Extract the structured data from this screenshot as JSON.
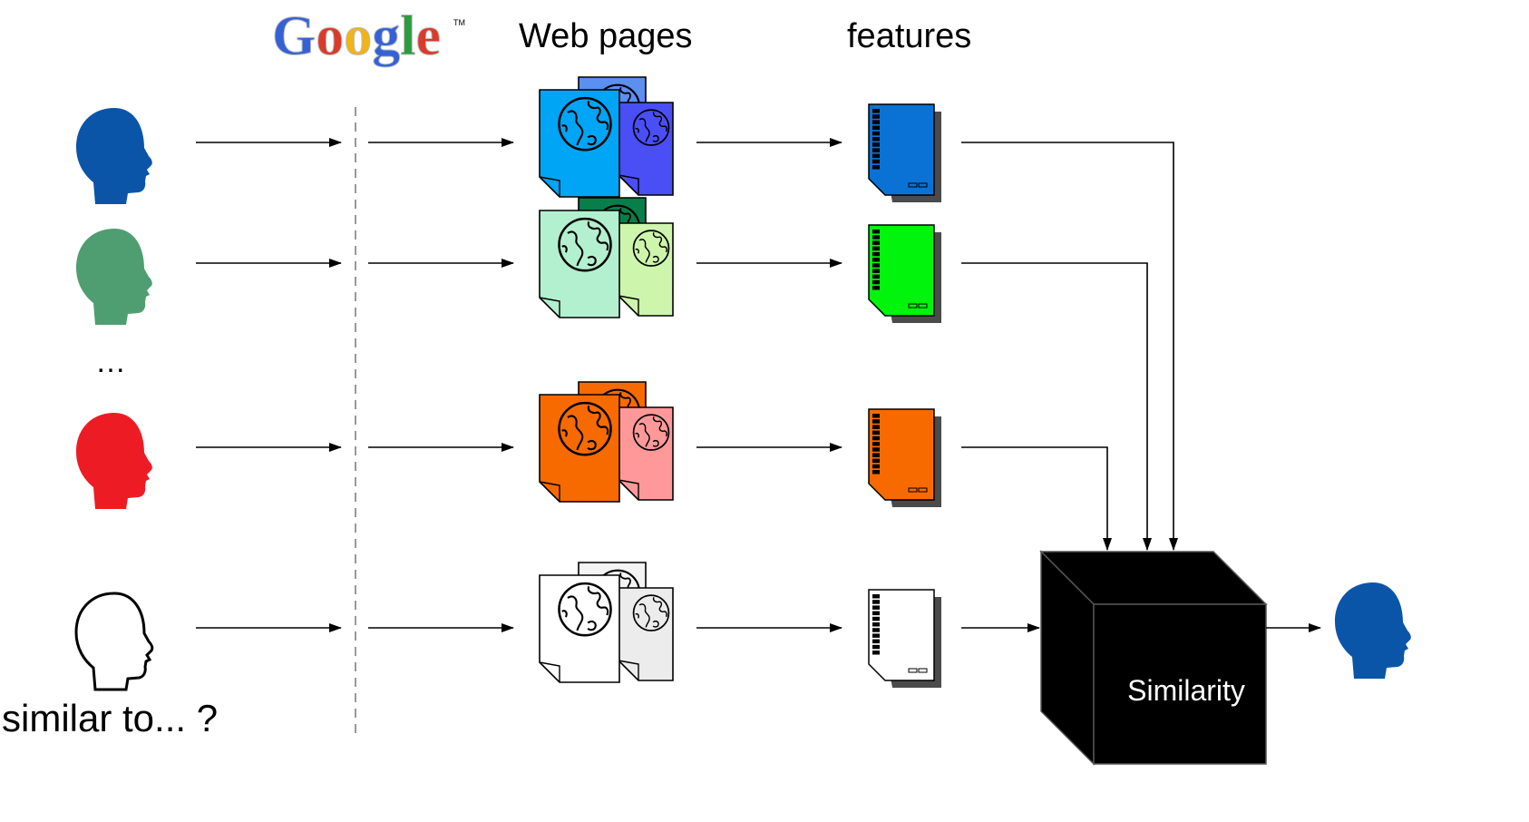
{
  "header": {
    "logo_letters": [
      "G",
      "o",
      "o",
      "g",
      "l",
      "e"
    ],
    "logo_tm": "TM",
    "logo_colors": [
      "#3462d6",
      "#d93b2b",
      "#f1b316",
      "#3462d6",
      "#2c9a3f",
      "#d93b2b"
    ],
    "web_pages_label": "Web pages",
    "features_label": "features"
  },
  "rows": [
    {
      "id": "row-1",
      "head_color": "#0b55a8",
      "head_stroke": "none",
      "page_front": "#00a5f5",
      "page_back": "#4a4ef5",
      "page_back2": "#5b8ff0",
      "feature_color": "#0a72d4"
    },
    {
      "id": "row-2",
      "head_color": "#4f9e72",
      "head_stroke": "none",
      "page_front": "#b3f0cf",
      "page_back": "#cdf5ac",
      "page_back2": "#087e4a",
      "feature_color": "#00f40c"
    },
    {
      "id": "row-3",
      "head_color": "#ed1c24",
      "head_stroke": "none",
      "page_front": "#f76a00",
      "page_back": "#ff9999",
      "page_back2": "#f76a00",
      "feature_color": "#f76a00"
    },
    {
      "id": "row-4",
      "head_color": "#ffffff",
      "head_stroke": "#000000",
      "page_front": "#ffffff",
      "page_back": "#ececec",
      "page_back2": "#f4f4f4",
      "feature_color": "#ffffff"
    }
  ],
  "ellipsis": "…",
  "query_label": "similar to... ?",
  "similarity_label": "Similarity",
  "result_head_color": "#0b55a8",
  "cube_color": "#000000"
}
